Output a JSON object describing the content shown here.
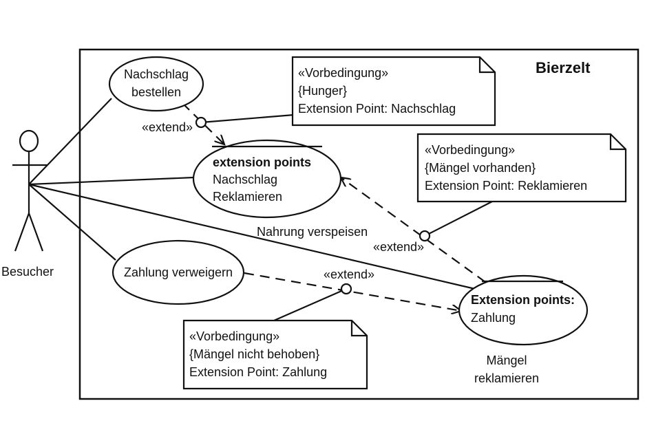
{
  "system": {
    "title": "Bierzelt"
  },
  "actor": {
    "name": "Besucher"
  },
  "use_cases": {
    "nachschlag": {
      "line1": "Nachschlag",
      "line2": "bestellen"
    },
    "nahrung": {
      "header": "extension points",
      "ep1": "Nachschlag",
      "ep2": "Reklamieren",
      "name": "Nahrung verspeisen"
    },
    "zahlung_verweigern": {
      "name": "Zahlung verweigern"
    },
    "maengel": {
      "header": "Extension points:",
      "ep1": "Zahlung",
      "line1": "Mängel",
      "line2": "reklamieren"
    }
  },
  "extend_labels": {
    "nachschlag": "«extend»",
    "reklamieren": "«extend»",
    "zahlung": "«extend»"
  },
  "notes": {
    "hunger": {
      "stereotype": "«Vorbedingung»",
      "condition": "{Hunger}",
      "extension_point": "Extension Point: Nachschlag"
    },
    "maengel_vorhanden": {
      "stereotype": "«Vorbedingung»",
      "condition": "{Mängel vorhanden}",
      "extension_point": "Extension Point: Reklamieren"
    },
    "maengel_nicht_behoben": {
      "stereotype": "«Vorbedingung»",
      "condition": "{Mängel nicht behoben}",
      "extension_point": "Extension Point: Zahlung"
    }
  }
}
